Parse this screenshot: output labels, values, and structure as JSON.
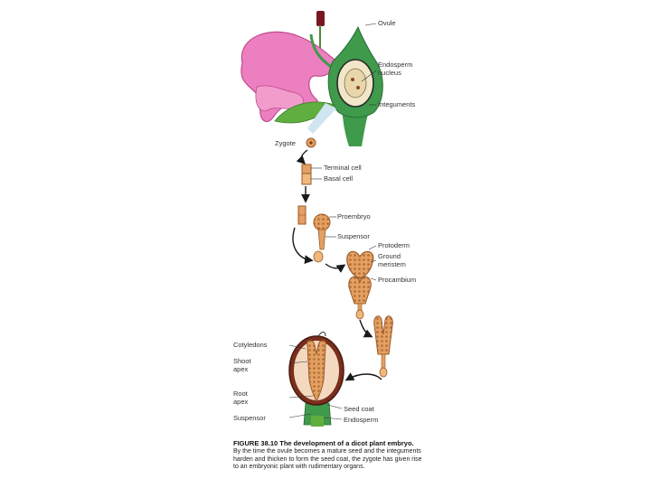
{
  "labels": {
    "ovule": "Ovule",
    "endosperm_nucleus": "Endosperm\nnucleus",
    "integuments": "Integuments",
    "zygote": "Zygote",
    "terminal_cell": "Terminal cell",
    "basal_cell": "Basal cell",
    "proembryo": "Proembryo",
    "suspensor": "Suspensor",
    "protoderm": "Protoderm",
    "ground_meristem": "Ground\nmeristem",
    "procambium": "Procambium",
    "cotyledons": "Cotyledons",
    "shoot_apex": "Shoot\napex",
    "root_apex": "Root\napex",
    "suspensor_bottom": "Suspensor",
    "seed_coat": "Seed coat",
    "endosperm": "Endosperm"
  },
  "caption": {
    "title": "FIGURE 38.10  The development of a dicot plant embryo.",
    "body": "By the time the ovule becomes a mature seed and the integuments harden and thicken to form the seed coat, the zygote has given rise to an embryonic plant with rudimentary organs."
  },
  "colors": {
    "petal": "#ec7fbf",
    "petal_edge": "#c24a8e",
    "stem": "#3f9a4c",
    "leaf": "#5fae3f",
    "embryo": "#e3a062",
    "embryo_edge": "#9a5a2a",
    "seed_coat": "#7a2e1e",
    "arrow": "#1a1a1a"
  }
}
